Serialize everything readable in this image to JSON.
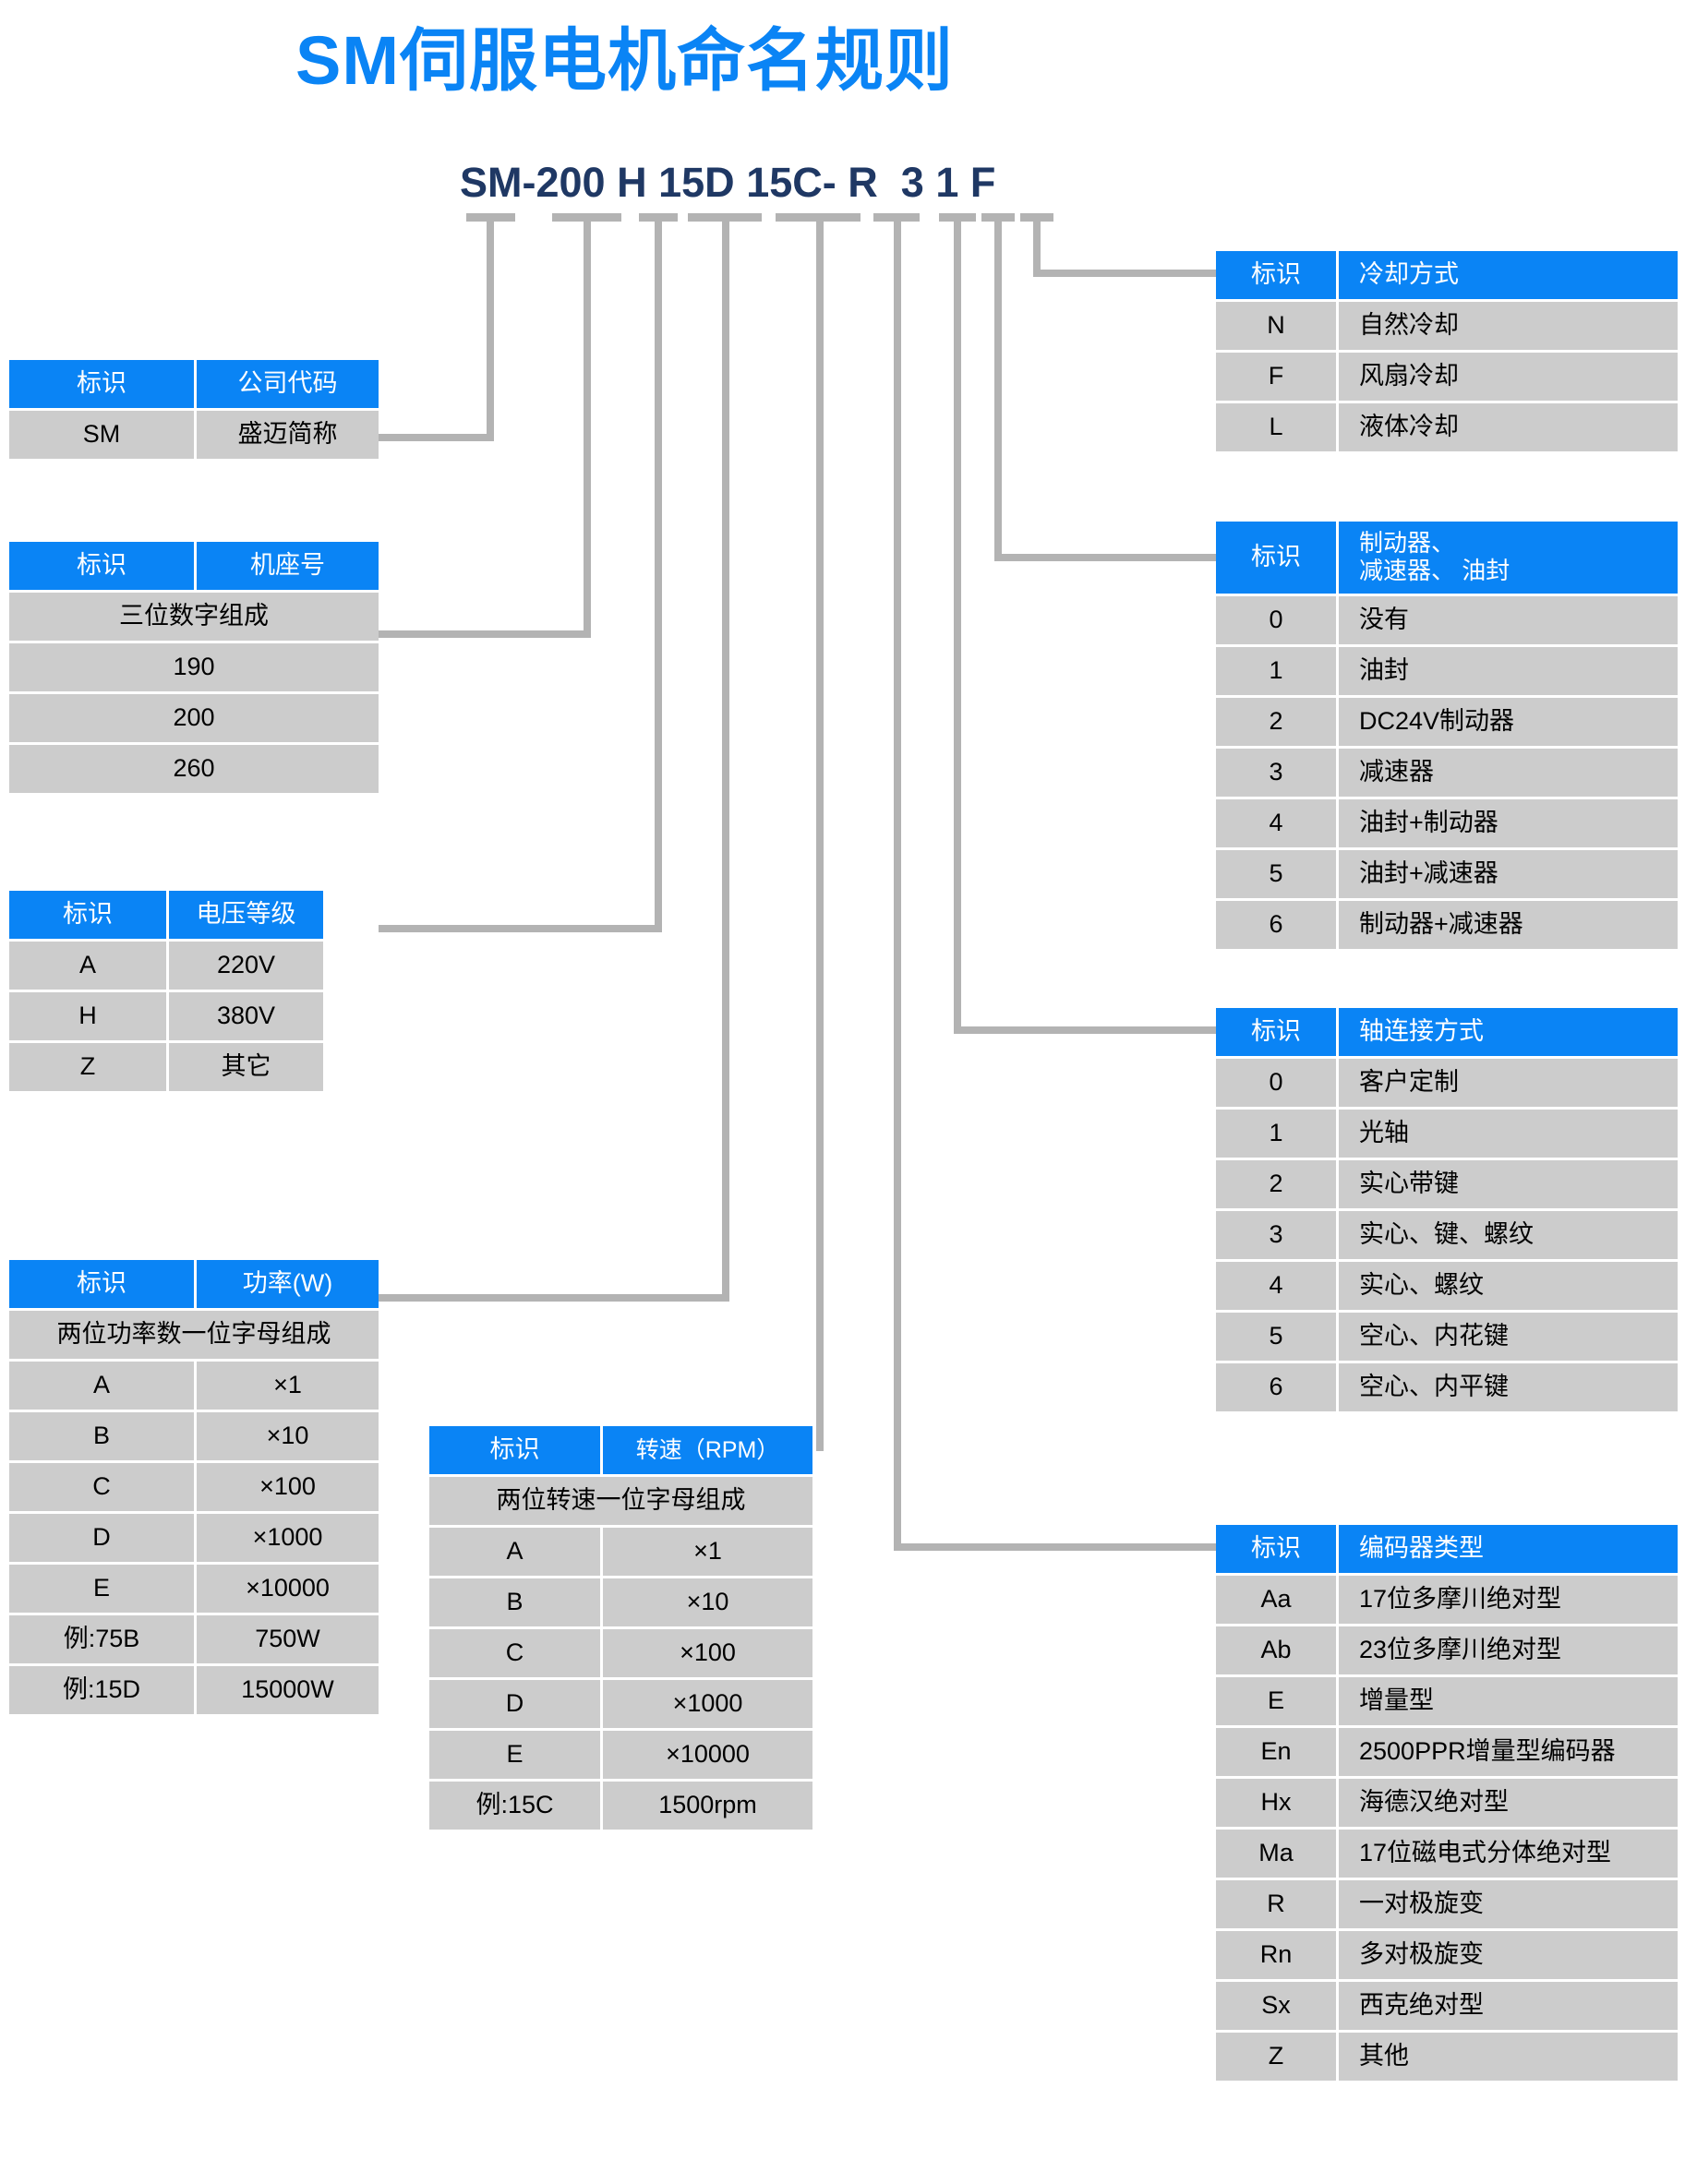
{
  "title": "SM伺服电机命名规则",
  "model_code": {
    "full": "SM-200 H 15D 15C- R  3 1 F",
    "segments": [
      "SM-",
      "200",
      "H",
      "15D",
      "15C-",
      "R",
      "3",
      "1",
      "F"
    ]
  },
  "colors": {
    "accent_blue": "#0a84f5",
    "title_blue": "#0a84f5",
    "code_navy": "#1f3864",
    "row_gray": "#cccccc",
    "line_gray": "#b3b3b3"
  },
  "common": {
    "id_header": "标识"
  },
  "tables": {
    "company": {
      "header_code": "标识",
      "header_name": "公司代码",
      "rows": [
        {
          "code": "SM",
          "desc": "盛迈简称"
        }
      ]
    },
    "frame": {
      "header_code": "标识",
      "header_name": "机座号",
      "note": "三位数字组成",
      "rows": [
        {
          "desc": "190"
        },
        {
          "desc": "200"
        },
        {
          "desc": "260"
        }
      ]
    },
    "voltage": {
      "header_code": "标识",
      "header_name": "电压等级",
      "rows": [
        {
          "code": "A",
          "desc": "220V"
        },
        {
          "code": "H",
          "desc": "380V"
        },
        {
          "code": "Z",
          "desc": "其它"
        }
      ]
    },
    "power": {
      "header_code": "标识",
      "header_name": "功率(W)",
      "note": "两位功率数一位字母组成",
      "rows": [
        {
          "code": "A",
          "desc": "×1"
        },
        {
          "code": "B",
          "desc": "×10"
        },
        {
          "code": "C",
          "desc": "×100"
        },
        {
          "code": "D",
          "desc": "×1000"
        },
        {
          "code": "E",
          "desc": "×10000"
        },
        {
          "code": "例:75B",
          "desc": "750W"
        },
        {
          "code": "例:15D",
          "desc": "15000W"
        }
      ]
    },
    "speed": {
      "header_code": "标识",
      "header_name": "转速（RPM）",
      "note": "两位转速一位字母组成",
      "rows": [
        {
          "code": "A",
          "desc": "×1"
        },
        {
          "code": "B",
          "desc": "×10"
        },
        {
          "code": "C",
          "desc": "×100"
        },
        {
          "code": "D",
          "desc": "×1000"
        },
        {
          "code": "E",
          "desc": "×10000"
        },
        {
          "code": "例:15C",
          "desc": "1500rpm"
        }
      ]
    },
    "cooling": {
      "header_code": "标识",
      "header_name": "冷却方式",
      "rows": [
        {
          "code": "N",
          "desc": "自然冷却"
        },
        {
          "code": "F",
          "desc": "风扇冷却"
        },
        {
          "code": "L",
          "desc": "液体冷却"
        }
      ]
    },
    "brake": {
      "header_code": "标识",
      "header_name_line1": "制动器、",
      "header_name_line2": "减速器、 油封",
      "rows": [
        {
          "code": "0",
          "desc": "没有"
        },
        {
          "code": "1",
          "desc": "油封"
        },
        {
          "code": "2",
          "desc": "DC24V制动器"
        },
        {
          "code": "3",
          "desc": "减速器"
        },
        {
          "code": "4",
          "desc": "油封+制动器"
        },
        {
          "code": "5",
          "desc": "油封+减速器"
        },
        {
          "code": "6",
          "desc": "制动器+减速器"
        }
      ]
    },
    "shaft": {
      "header_code": "标识",
      "header_name": "轴连接方式",
      "rows": [
        {
          "code": "0",
          "desc": "客户定制"
        },
        {
          "code": "1",
          "desc": "光轴"
        },
        {
          "code": "2",
          "desc": "实心带键"
        },
        {
          "code": "3",
          "desc": "实心、键、螺纹"
        },
        {
          "code": "4",
          "desc": "实心、螺纹"
        },
        {
          "code": "5",
          "desc": "空心、内花键"
        },
        {
          "code": "6",
          "desc": "空心、内平键"
        }
      ]
    },
    "encoder": {
      "header_code": "标识",
      "header_name": "编码器类型",
      "rows": [
        {
          "code": "Aa",
          "desc": "17位多摩川绝对型"
        },
        {
          "code": "Ab",
          "desc": "23位多摩川绝对型"
        },
        {
          "code": "E",
          "desc": "增量型"
        },
        {
          "code": "En",
          "desc": "2500PPR增量型编码器"
        },
        {
          "code": "Hx",
          "desc": "海德汉绝对型"
        },
        {
          "code": "Ma",
          "desc": "17位磁电式分体绝对型"
        },
        {
          "code": "R",
          "desc": "一对极旋变"
        },
        {
          "code": "Rn",
          "desc": "多对极旋变"
        },
        {
          "code": "Sx",
          "desc": "西克绝对型"
        },
        {
          "code": "Z",
          "desc": "其他"
        }
      ]
    }
  }
}
